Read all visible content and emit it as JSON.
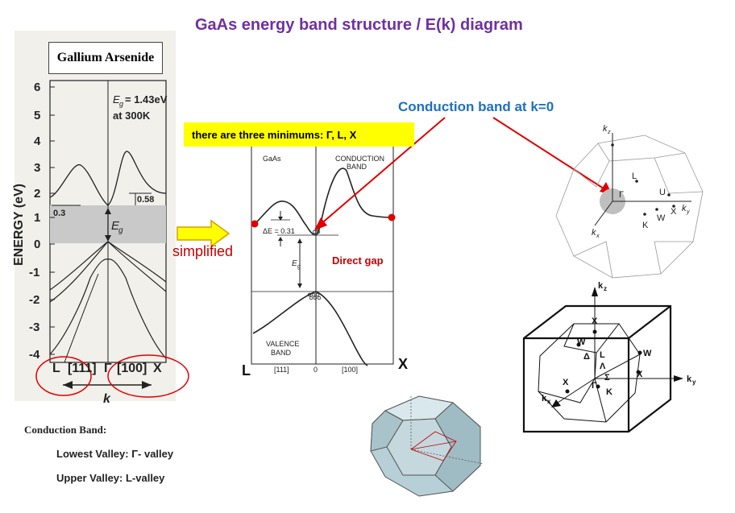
{
  "title": "GaAs energy band structure / E(k) diagram",
  "left_panel": {
    "heading": "Gallium Arsenide",
    "y_axis_label": "ENERGY (eV)",
    "y_ticks": [
      "6",
      "5",
      "4",
      "3",
      "2",
      "1",
      "0",
      "-1",
      "-2",
      "-3",
      "-4"
    ],
    "gap_label": "E",
    "gap_sub": "g",
    "gap_value": "= 1.43eV",
    "gap_temp": "at 300K",
    "eg_mid": "E",
    "eg_mid_sub": "g",
    "val_03": "0.3",
    "val_058": "0.58",
    "k_left": "L",
    "k_111": "[111]",
    "k_gamma": "Γ",
    "k_100": "[100]",
    "k_right": "X",
    "k_axis": "k"
  },
  "conduction_notes": {
    "heading": "Conduction Band:",
    "lowest": "Lowest Valley: Γ- valley",
    "upper": "Upper Valley: L-valley"
  },
  "arrow_label": "simplified",
  "highlight_note": "there are three  minimums: Γ, L, X",
  "conduction_label": "Conduction band at k=0",
  "middle_diagram": {
    "gaas": "GaAs",
    "cond_band_1": "CONDUCTION",
    "cond_band_2": "BAND",
    "delta_e": "ΔE = 0.31",
    "eg": "E",
    "eg_sub": "g",
    "direct_gap": "Direct gap",
    "valence_1": "VALENCE",
    "valence_2": "BAND",
    "tick_111": "[111]",
    "tick_0": "0",
    "tick_100": "[100]",
    "label_L": "L",
    "label_X": "X"
  },
  "brillouin_top": {
    "kz": "k",
    "kz_sub": "z",
    "L": "L",
    "gamma": "Γ",
    "U": "U",
    "X": "X",
    "W": "W",
    "K": "K",
    "ky": "k",
    "ky_sub": "y",
    "kx": "k",
    "kx_sub": "x"
  },
  "brillouin_box": {
    "kz": "k",
    "kz_sub": "z",
    "ky": "k",
    "ky_sub": "y",
    "kx": "k",
    "kx_sub": "x",
    "X_top": "X",
    "W_left": "W",
    "W_right": "W",
    "delta": "Δ",
    "L": "L",
    "lambda": "Λ",
    "X_left": "X",
    "X_right": "X",
    "sigma": "Σ",
    "gamma": "Γ",
    "K": "K"
  },
  "colors": {
    "title": "#7030a0",
    "blue": "#1f6fbf",
    "red": "#e00000",
    "yellow": "#ffff00",
    "arrow_fill": "#ffff00",
    "arrow_stroke": "#d4a000"
  }
}
